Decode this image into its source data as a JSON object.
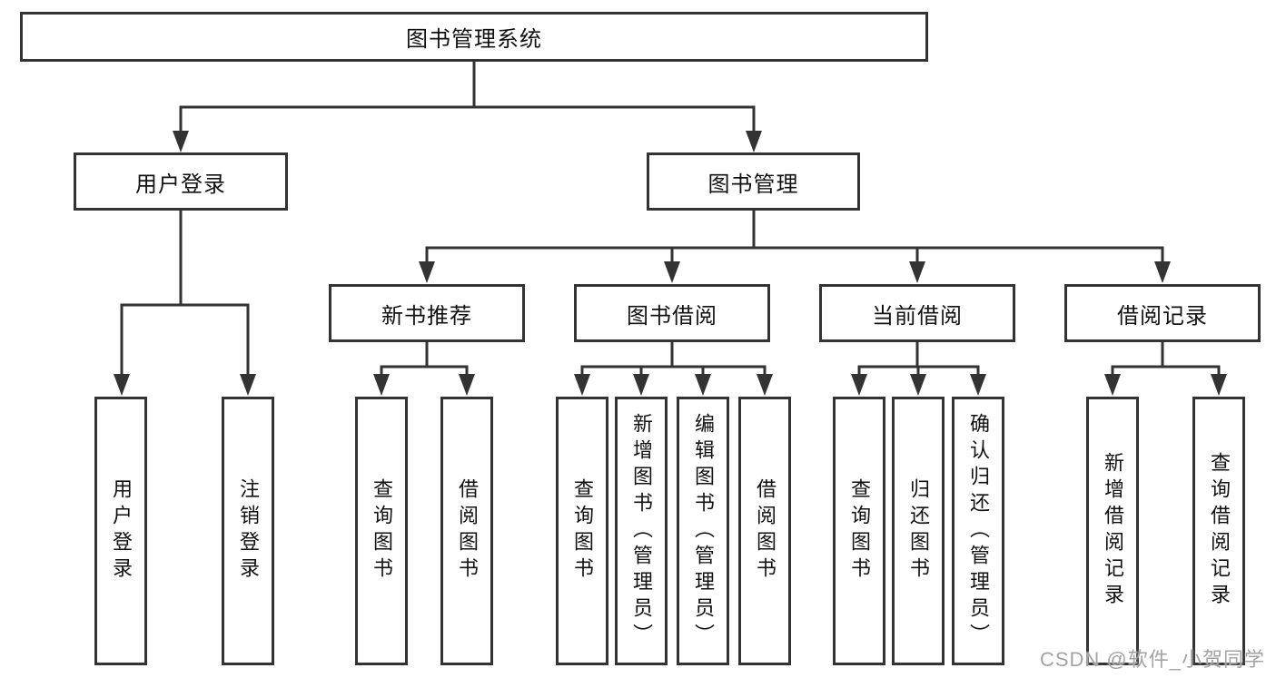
{
  "nodes": {
    "root": "图书管理系统",
    "level2": [
      "用户登录",
      "图书管理"
    ],
    "level3": [
      "新书推荐",
      "图书借阅",
      "当前借阅",
      "借阅记录"
    ],
    "login_children": [
      "用户登录",
      "注销登录"
    ],
    "recommend_children": [
      "查询图书",
      "借阅图书"
    ],
    "borrow_children": [
      "查询图书",
      "新增图书（管理员）",
      "编辑图书（管理员）",
      "借阅图书"
    ],
    "current_children": [
      "查询图书",
      "归还图书",
      "确认归还（管理员）"
    ],
    "records_children": [
      "新增借阅记录",
      "查询借阅记录"
    ]
  },
  "watermark": "CSDN @软件_小贺同学",
  "colors": {
    "line": "#333333",
    "text": "#111111",
    "watermark": "#a3a3a3",
    "background": "#ffffff"
  }
}
